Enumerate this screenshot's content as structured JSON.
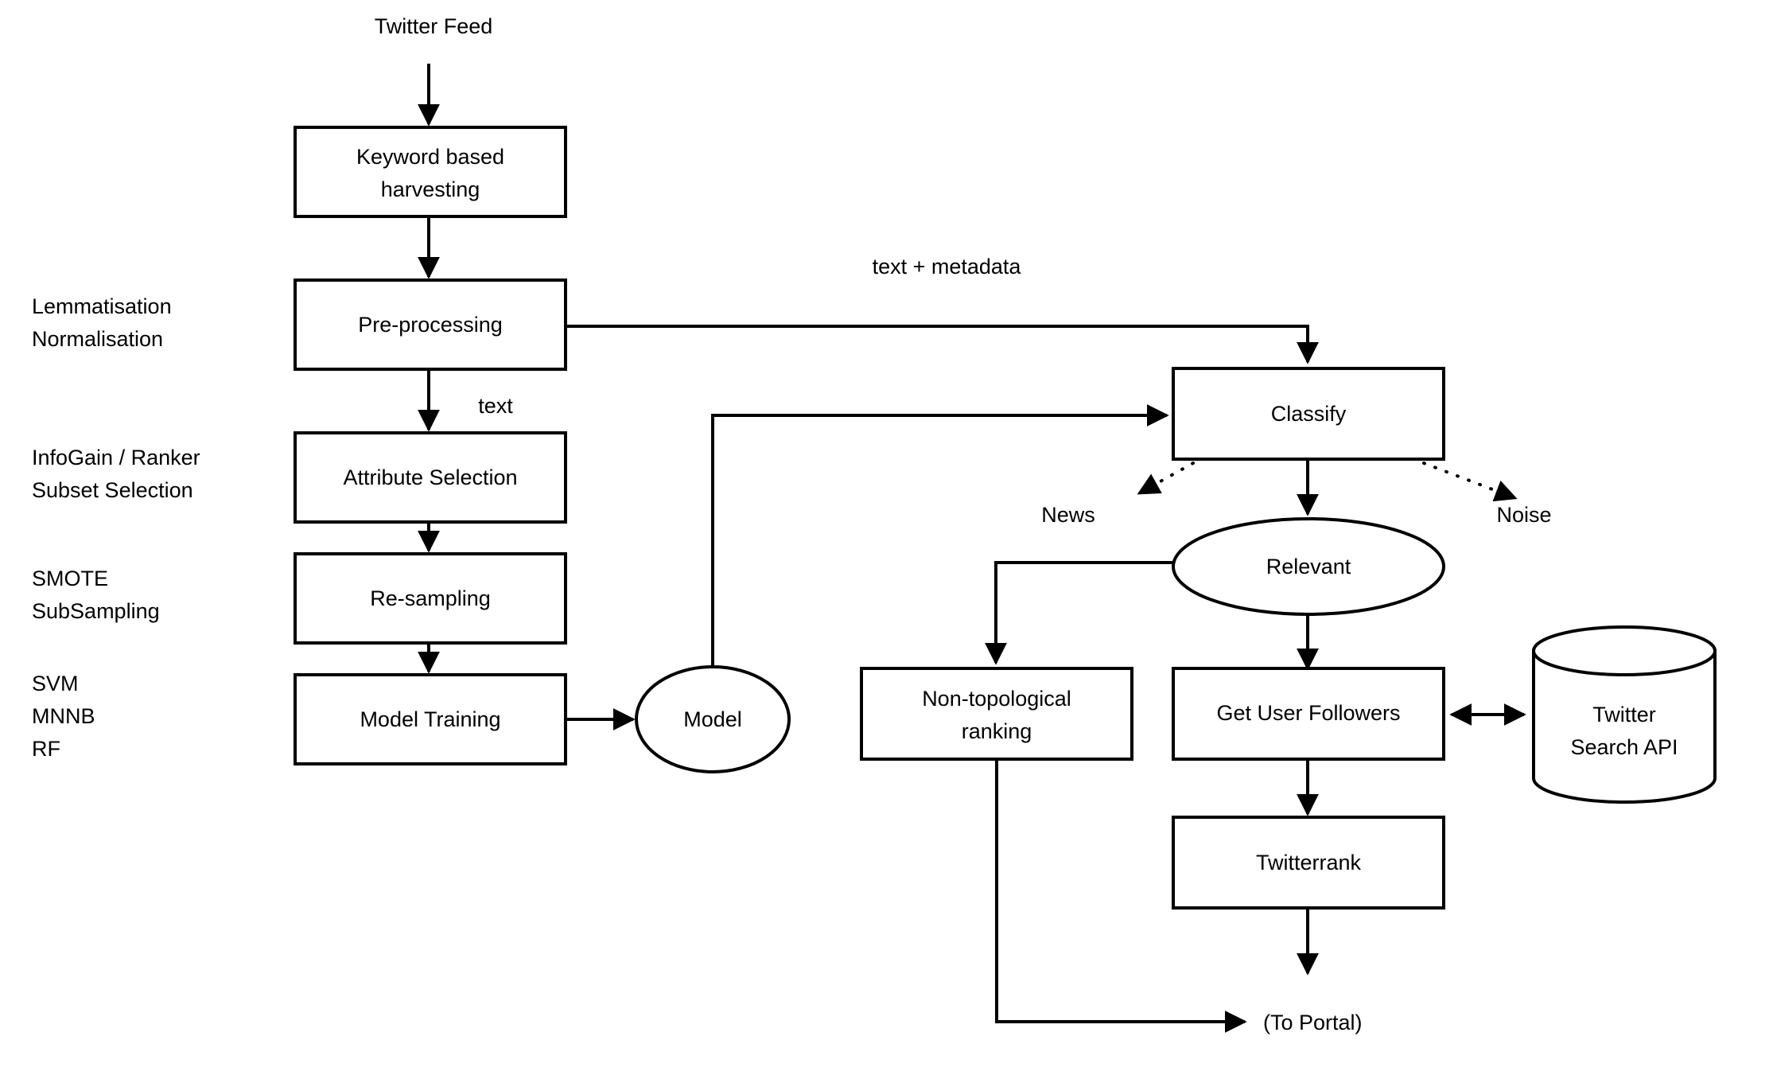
{
  "diagram": {
    "title_label": "Twitter Feed",
    "nodes": [
      {
        "id": "keyword",
        "shape": "rect",
        "label_line1": "Keyword based",
        "label_line2": "harvesting"
      },
      {
        "id": "preprocess",
        "shape": "rect",
        "label_line1": "Pre-processing",
        "label_line2": ""
      },
      {
        "id": "attribute",
        "shape": "rect",
        "label_line1": "Attribute Selection",
        "label_line2": ""
      },
      {
        "id": "resampling",
        "shape": "rect",
        "label_line1": "Re-sampling",
        "label_line2": ""
      },
      {
        "id": "training",
        "shape": "rect",
        "label_line1": "Model Training",
        "label_line2": ""
      },
      {
        "id": "model",
        "shape": "ellipse",
        "label_line1": "Model",
        "label_line2": ""
      },
      {
        "id": "classify",
        "shape": "rect",
        "label_line1": "Classify",
        "label_line2": ""
      },
      {
        "id": "relevant",
        "shape": "ellipse",
        "label_line1": "Relevant",
        "label_line2": ""
      },
      {
        "id": "nontopo",
        "shape": "rect",
        "label_line1": "Non-topological",
        "label_line2": "ranking"
      },
      {
        "id": "followers",
        "shape": "rect",
        "label_line1": "Get User Followers",
        "label_line2": ""
      },
      {
        "id": "twitterrank",
        "shape": "rect",
        "label_line1": "Twitterrank",
        "label_line2": ""
      },
      {
        "id": "api",
        "shape": "cylinder",
        "label_line1": "Twitter",
        "label_line2": "Search API"
      }
    ],
    "side_annotations": [
      {
        "id": "preprocess-notes",
        "line1": "Lemmatisation",
        "line2": "Normalisation"
      },
      {
        "id": "attribute-notes",
        "line1": "InfoGain / Ranker",
        "line2": "Subset Selection"
      },
      {
        "id": "resampling-notes",
        "line1": "SMOTE",
        "line2": "SubSampling"
      },
      {
        "id": "training-notes",
        "line1": "SVM",
        "line2": "MNNB",
        "line3": "RF"
      }
    ],
    "edge_labels": [
      {
        "id": "text-metadata-label",
        "text": "text + metadata"
      },
      {
        "id": "text-label",
        "text": "text"
      },
      {
        "id": "news-label",
        "text": "News"
      },
      {
        "id": "noise-label",
        "text": "Noise"
      }
    ],
    "terminal_label": "(To Portal)",
    "colors": {
      "stroke": "#000000",
      "fill": "#ffffff",
      "text": "#000000"
    }
  }
}
